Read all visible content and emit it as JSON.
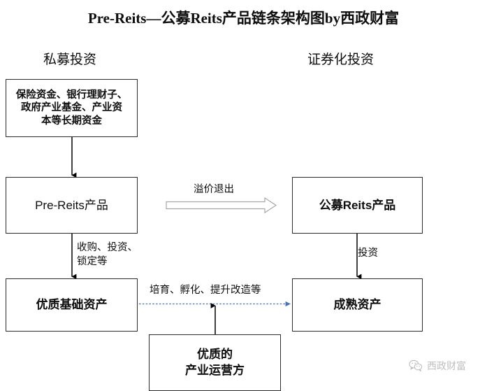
{
  "title": "Pre-Reits—公募Reits产品链条架构图by西政财富",
  "columns": {
    "left_heading": "私募投资",
    "right_heading": "证券化投资"
  },
  "boxes": {
    "funding": "保险资金、银行理财子、\n政府产业基金、产业资\n本等长期资金",
    "pre_reits": "Pre-Reits产品",
    "public_reits": "公募Reits产品",
    "quality_asset": "优质基础资产",
    "mature_asset": "成熟资产",
    "operator": "优质的\n产业运营方"
  },
  "edges": {
    "premium_exit": "溢价退出",
    "acquire_invest_lock": "收购、投资、\n锁定等",
    "invest": "投资",
    "cultivate_incubate": "培育、孵化、提升改造等"
  },
  "watermark": {
    "text": "西政财富",
    "icon": "wechat-icon"
  },
  "colors": {
    "box_border": "#2b2b2b",
    "text": "#0d0d0d",
    "arrow_black": "#000000",
    "arrow_grey": "#a6a6a6",
    "arrow_blue": "#4472c4",
    "watermark": "#8a8a8a"
  }
}
